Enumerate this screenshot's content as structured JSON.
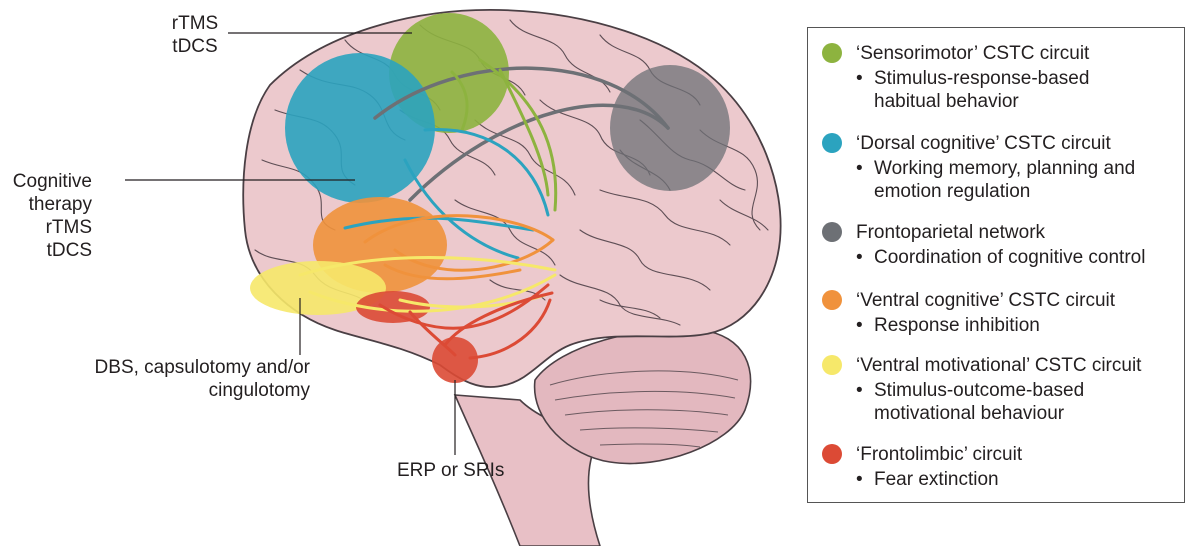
{
  "annotations": {
    "top": [
      "rTMS",
      "tDCS"
    ],
    "left": [
      "Cognitive",
      "therapy",
      "rTMS",
      "tDCS"
    ],
    "bottom_left": [
      "DBS, capsulotomy and/or",
      "cingulotomy"
    ],
    "bottom": "ERP or SRIs"
  },
  "legend": {
    "bullet": "•",
    "items": [
      {
        "title": "‘Sensorimotor’ CSTC circuit",
        "desc": [
          "Stimulus-response-based",
          "habitual behavior"
        ],
        "color": "#8db33f"
      },
      {
        "title": "‘Dorsal cognitive’ CSTC circuit",
        "desc": [
          "Working memory, planning and",
          "emotion regulation"
        ],
        "color": "#2ba3bf"
      },
      {
        "title": "Frontoparietal network",
        "desc": [
          "Coordination of cognitive control"
        ],
        "color": "#6d7075"
      },
      {
        "title": "‘Ventral cognitive’ CSTC circuit",
        "desc": [
          "Response inhibition"
        ],
        "color": "#f0923c"
      },
      {
        "title": "‘Ventral motivational’ CSTC circuit",
        "desc": [
          "Stimulus-outcome-based",
          "motivational behaviour"
        ],
        "color": "#f6e86a"
      },
      {
        "title": "‘Frontolimbic’ circuit",
        "desc": [
          "Fear extinction"
        ],
        "color": "#dc4a35"
      }
    ]
  },
  "colors": {
    "brain": "#ecc9cd",
    "brain_outline": "#4a3f44",
    "sensorimotor": "#8db33f",
    "dorsal": "#2ba3bf",
    "frontoparietal": "#6d7075",
    "ventral_cognitive": "#f0923c",
    "ventral_motivational": "#f6e86a",
    "frontolimbic": "#dc4a35"
  }
}
